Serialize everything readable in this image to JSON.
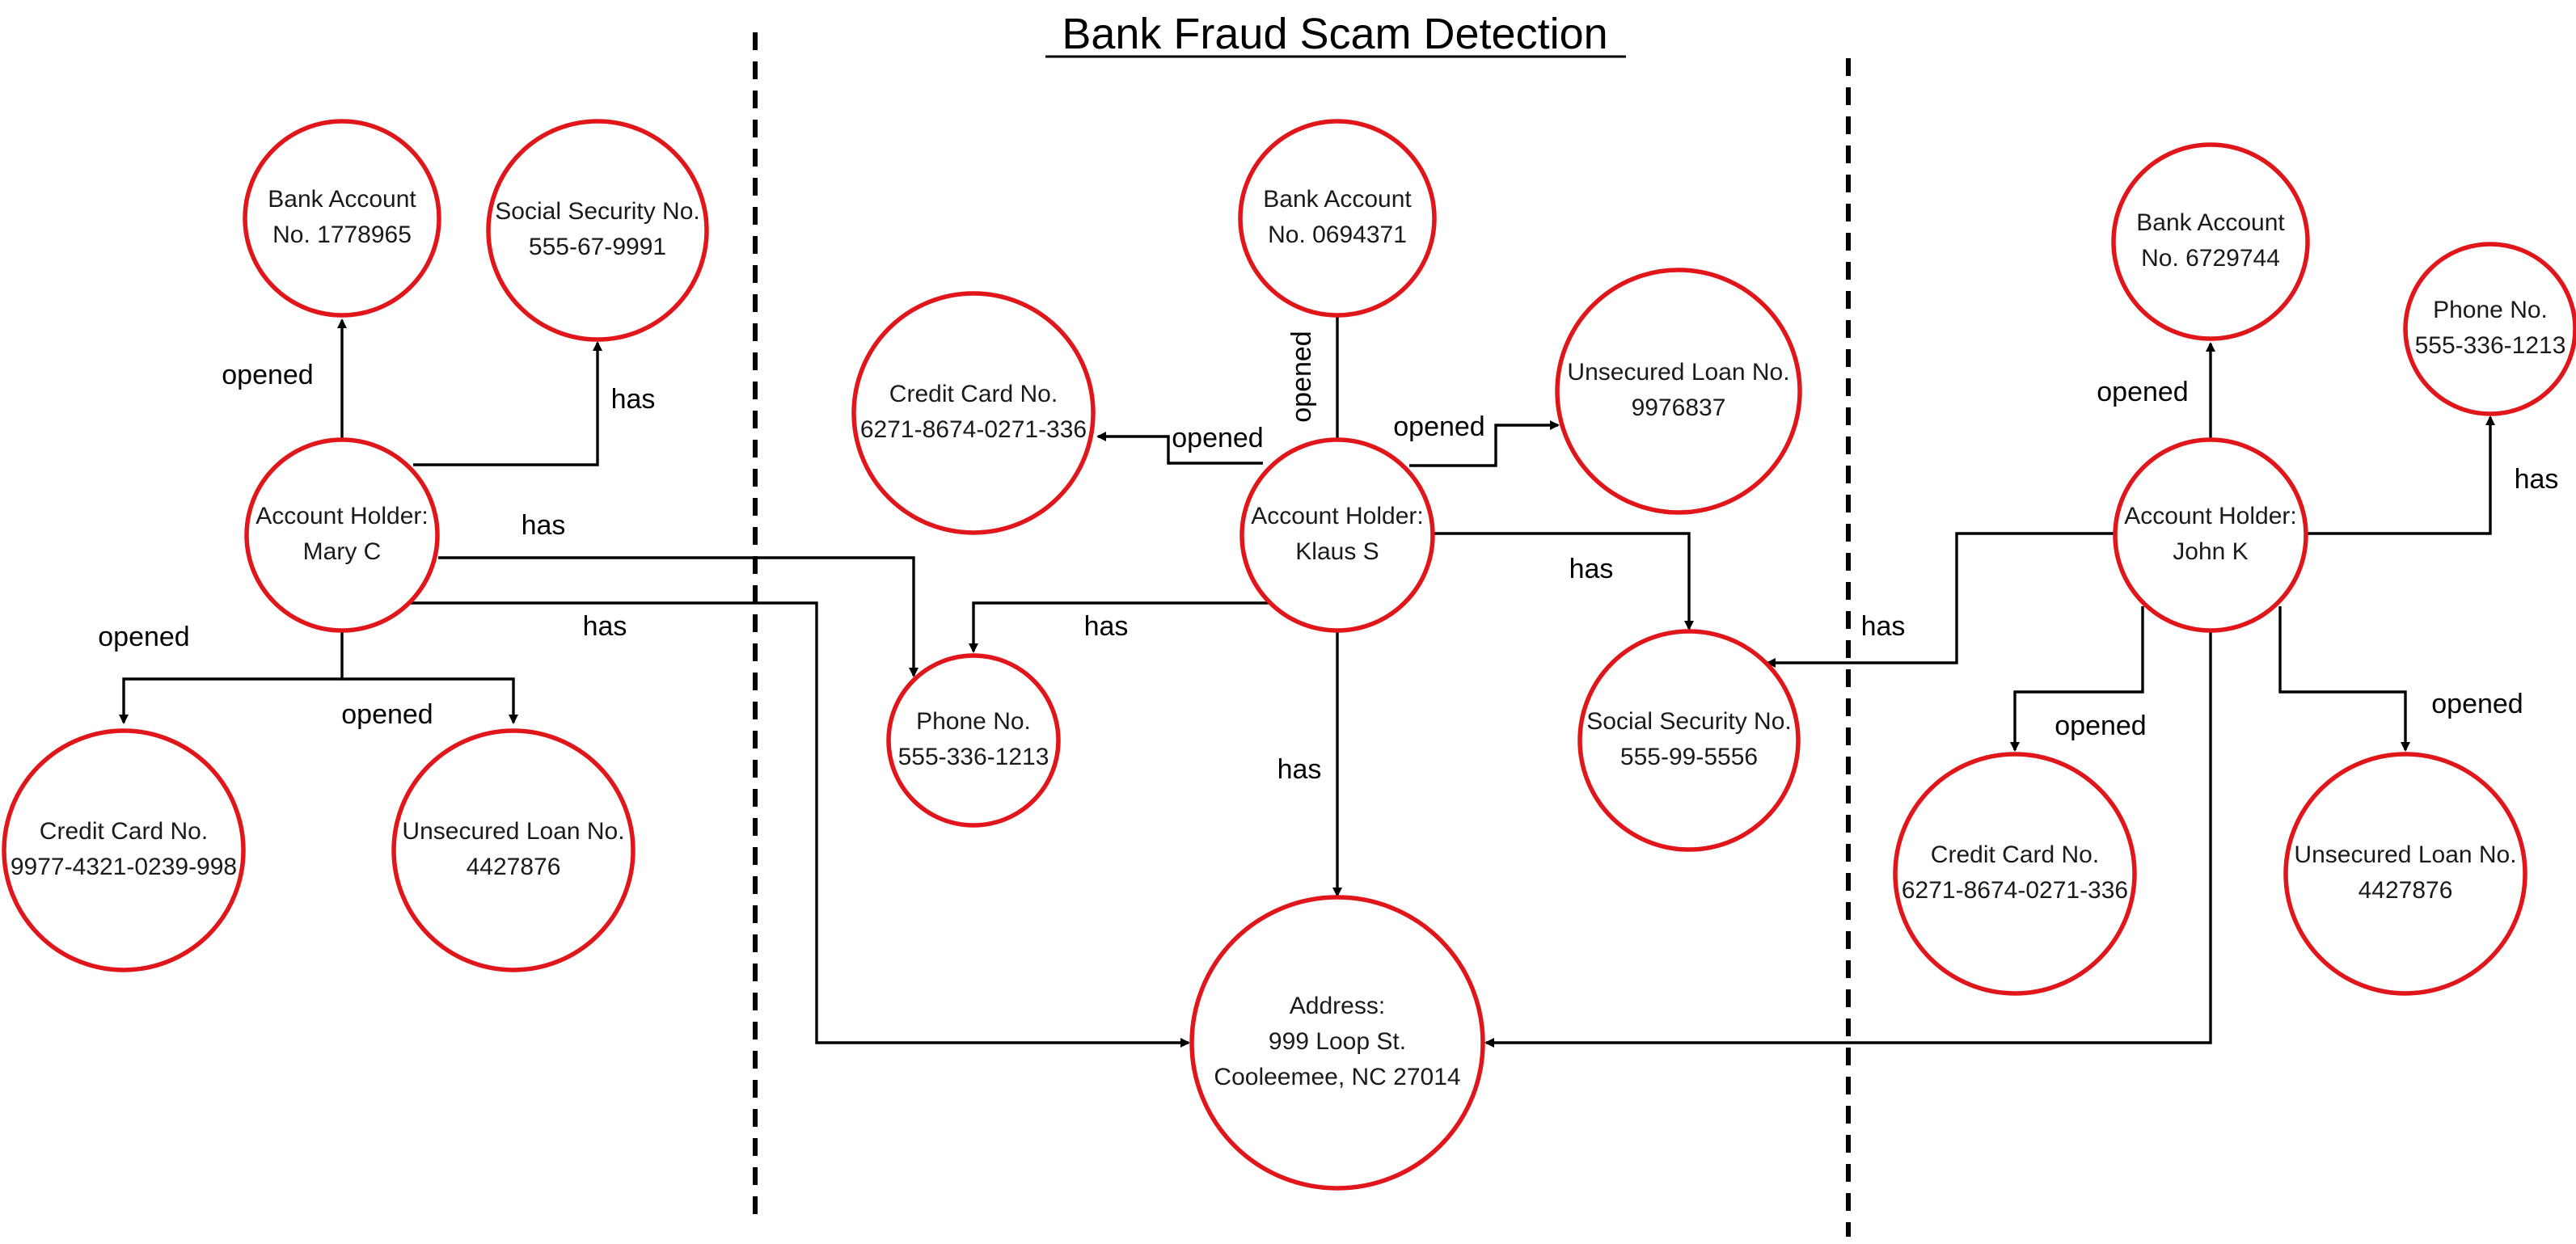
{
  "title": "Bank  Fraud  Scam  Detection",
  "nodes": {
    "mary_holder": [
      "Account Holder:",
      "Mary C"
    ],
    "mary_bank": [
      "Bank Account",
      "No. 1778965"
    ],
    "mary_ssn": [
      "Social Security No.",
      "555-67-9991"
    ],
    "mary_cc": [
      "Credit Card No.",
      "9977-4321-0239-998"
    ],
    "mary_loan": [
      "Unsecured Loan No.",
      "4427876"
    ],
    "klaus_holder": [
      "Account Holder:",
      "Klaus S"
    ],
    "klaus_bank": [
      "Bank Account",
      "No. 0694371"
    ],
    "klaus_cc": [
      "Credit Card No.",
      "6271-8674-0271-336"
    ],
    "klaus_loan": [
      "Unsecured Loan No.",
      "9976837"
    ],
    "shared_phone": [
      "Phone No.",
      "555-336-1213"
    ],
    "shared_ssn": [
      "Social Security No.",
      "555-99-5556"
    ],
    "shared_address": [
      "Address:",
      "999 Loop St.",
      "Cooleemee, NC 27014"
    ],
    "john_holder": [
      "Account Holder:",
      "John K"
    ],
    "john_bank": [
      "Bank Account",
      "No. 6729744"
    ],
    "john_phone": [
      "Phone No.",
      "555-336-1213"
    ],
    "john_cc": [
      "Credit Card No.",
      "6271-8674-0271-336"
    ],
    "john_loan": [
      "Unsecured Loan No.",
      "4427876"
    ]
  },
  "edge_labels": {
    "mary_opened_bank": "opened",
    "mary_has_ssn": "has",
    "mary_has_phone": "has",
    "mary_has_address": "has",
    "mary_opened_cc": "opened",
    "mary_opened_loan": "opened",
    "klaus_opened_bank": "opened",
    "klaus_opened_cc": "opened",
    "klaus_opened_loan": "opened",
    "klaus_has_phone": "has",
    "klaus_has_ssn": "has",
    "klaus_has_address": "has",
    "john_opened_bank": "opened",
    "john_has_phone": "has",
    "john_has_ssn": "has",
    "john_opened_cc": "opened",
    "john_opened_loan": "opened"
  }
}
